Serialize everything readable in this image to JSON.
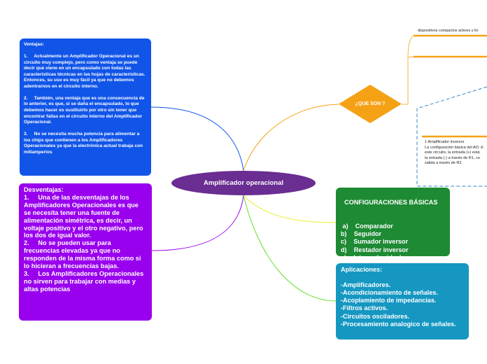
{
  "central": {
    "title": "Amplificador operacional"
  },
  "que_son": {
    "label": "¿QUE SON ?",
    "note_top": "dispositivos compactos activos y lin",
    "inversor_text": "1 Amplificador inversor\nLa configuración básica del AO. E\neste circuito, la entrada (+) está\nla entrada (-) a través de R1, co\nsalida a través de R2."
  },
  "ventajas": {
    "text": "Ventajas:\n\n1.     Actualmente un Amplificador Operacional es un circuito muy complejo, pero como ventaja se puede decir que viene en un encapsulado con todas las características técnicas en las hojas de características. Entonces, su uso es muy fácil ya que no debemos adentrarnos en el circuito interno.\n\n2.     También, una ventaja que es una consecuencia de lo anterior, es que, si se daña el encapsulado, lo que debemos hacer es sustituirlo por otro sin tener que encontrar fallas en el circuito interno del Amplificador Operacional.\n\n3.     No se necesita mucha potencia para alimentar a los chips que contienen a los Amplificadores Operacionales ya que la electrónica actual trabaja con miliamperios"
  },
  "desventajas": {
    "text": "Desventajas:\n1.     Una de las desventajas de los Amplificadores Operacionales es que se necesita tener una fuente de alimentación simétrica, es decir, un voltaje positivo y el otro negativo, pero los dos de igual valor.\n2.     No se pueden usar para frecuencias elevadas ya que no responden de la misma forma como si lo hicieran a frecuencias bajas.\n3.     Los Amplificadores Operacionales no sirven para trabajar con medias y altas potencias"
  },
  "configuraciones": {
    "title": "CONFIGURACIONES BÁSICAS",
    "items": " a)    Comparador\nb)    Seguidor\nc)    Sumador inversor\nd)    Restador inversor\ne)    Integrador ideal\nf)     Derivador ideal"
  },
  "aplicaciones": {
    "text": "Aplicaciones:\n\n-Amplificadores.\n-Acondicionamiento de señales.\n-Acoplamiento de impedancias.\n-Filtros activos.\n-Circuitos osciladores.\n-Procesamiento analogico de señales."
  },
  "colors": {
    "ventajas": "#1155e8",
    "desventajas": "#9900ee",
    "configuraciones": "#1e8a34",
    "aplicaciones": "#1597c2",
    "central": "#6a2d92",
    "que_son": "#f5a116"
  }
}
